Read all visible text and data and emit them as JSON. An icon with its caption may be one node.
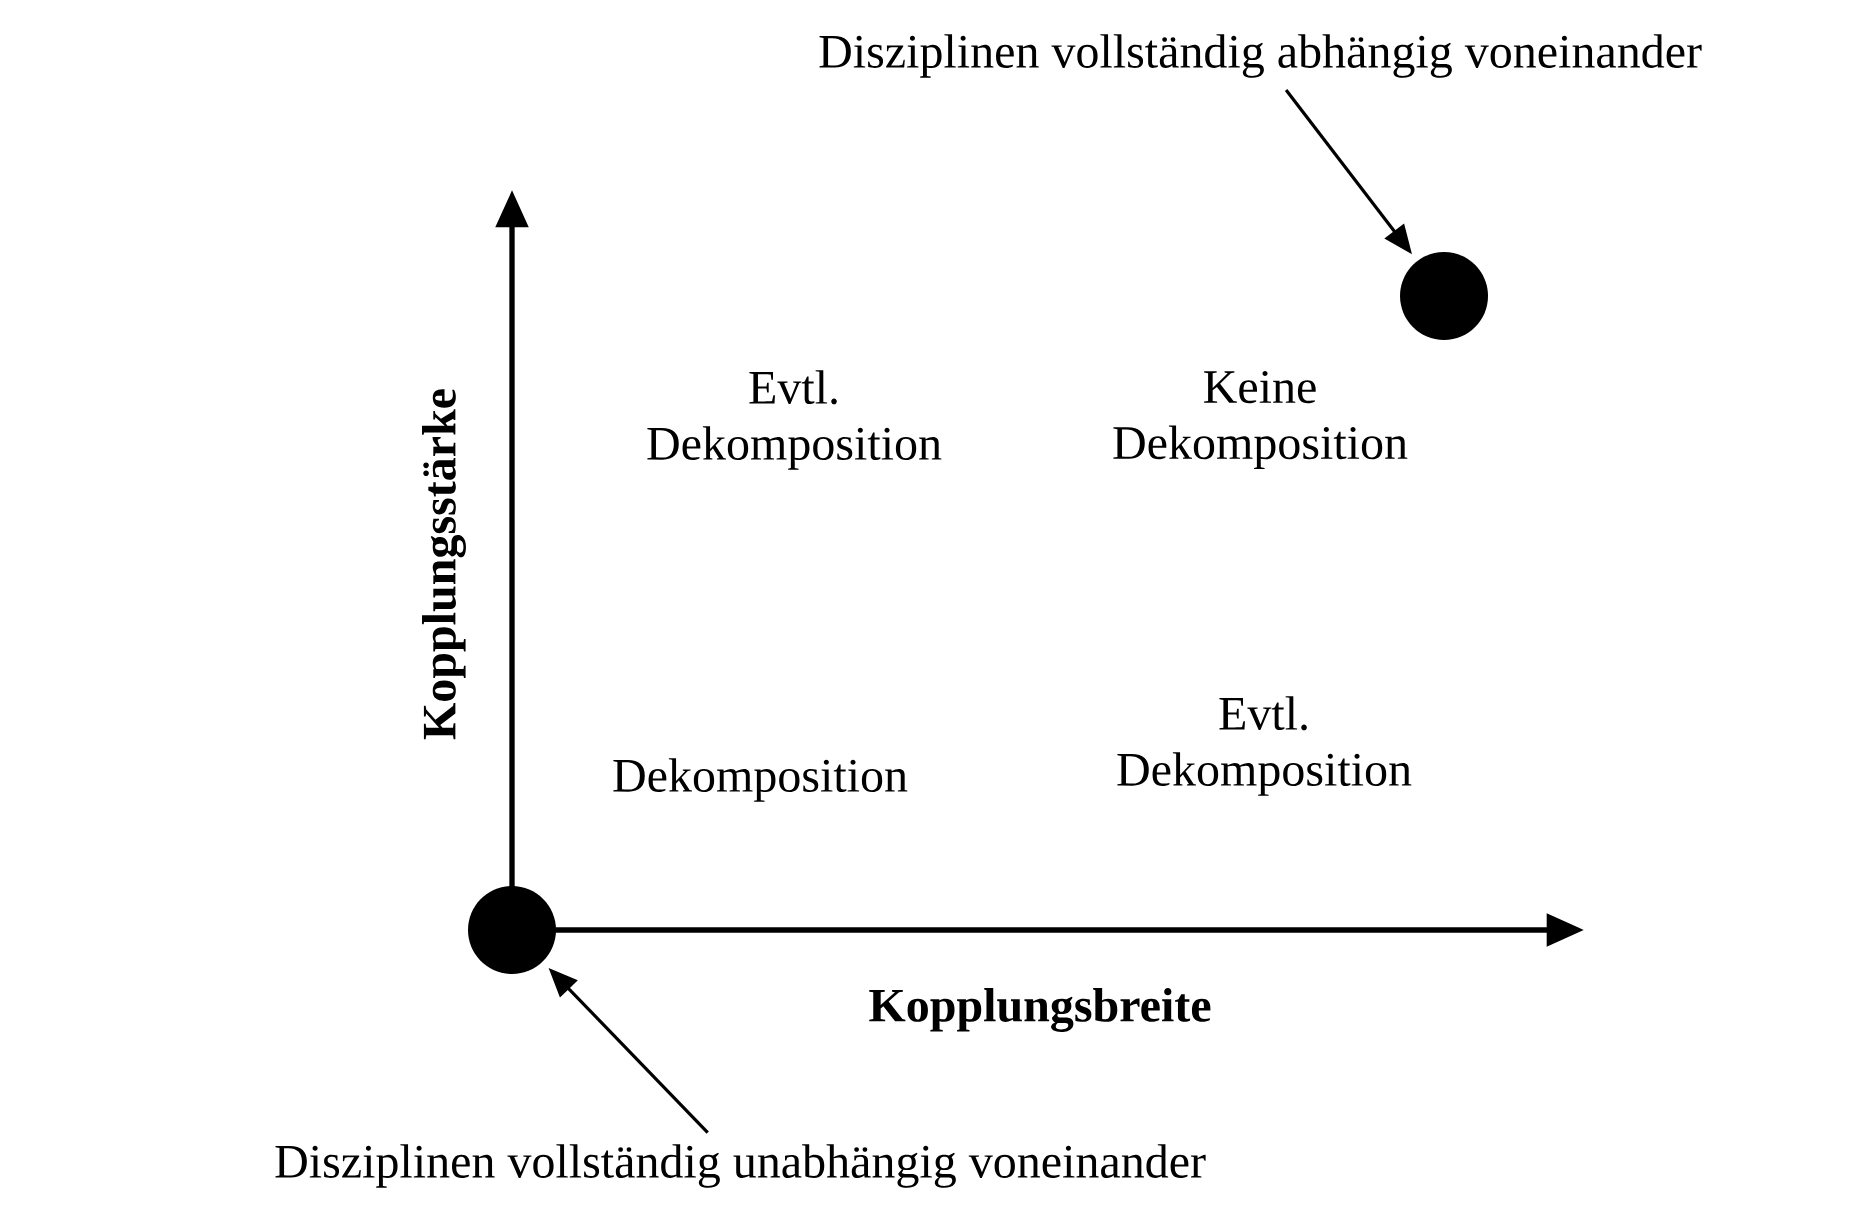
{
  "diagram": {
    "nodes": [
      {
        "text": [
          "Disziplinen vollständig abhängig voneinander"
        ]
      },
      {
        "text": [],
        "shape": "circle"
      },
      {
        "text": [],
        "shape": "circle"
      },
      {
        "text": [
          "Disziplinen vollständig unabhängig voneinander"
        ]
      }
    ],
    "edges": [
      {
        "from": 0,
        "to": 1,
        "arrow": "to"
      },
      {
        "from": 3,
        "to": 2,
        "arrow": "to"
      }
    ],
    "labels": [
      "Kopplungsstärke",
      "Evtl. Dekomposition",
      "Keine Dekomposition",
      "Dekomposition",
      "Evtl. Dekomposition",
      "Kopplungsbreite"
    ]
  }
}
